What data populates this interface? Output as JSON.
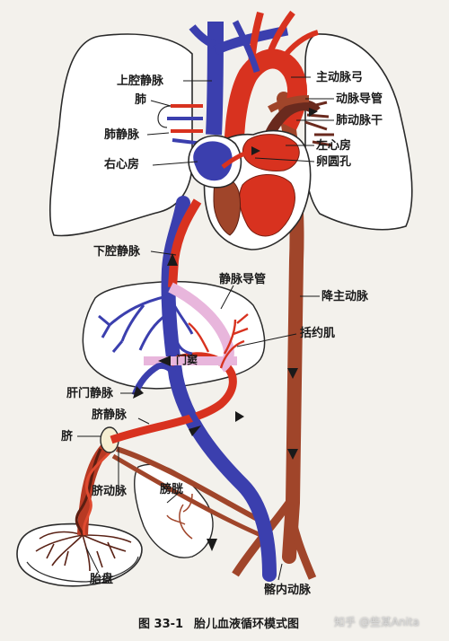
{
  "labels": {
    "svc": "上腔静脉",
    "lung": "肺",
    "pulmonary_vein": "肺静脉",
    "right_atrium": "右心房",
    "aortic_arch": "主动脉弓",
    "ductus_arteriosus": "动脉导管",
    "pulmonary_trunk": "肺动脉干",
    "left_atrium": "左心房",
    "foramen_ovale": "卵圆孔",
    "ivc": "下腔静脉",
    "ductus_venosus": "静脉导管",
    "descending_aorta": "降主动脉",
    "sphincter": "括约肌",
    "portal_sinus": "门窦",
    "hepatic_portal_vein": "肝门静脉",
    "umbilical_vein": "脐静脉",
    "umbilicus": "脐",
    "umbilical_artery": "脐动脉",
    "bladder": "膀胱",
    "placenta": "胎盘",
    "internal_iliac_artery": "髂内动脉"
  },
  "caption": {
    "number": "图 33-1",
    "title": "胎儿血液循环模式图"
  },
  "watermark": "知乎 @些某Anita",
  "colors": {
    "oxygenated": "#d8321f",
    "deoxygenated": "#3b3fae",
    "mixed": "#a0452a",
    "ductus_venosus": "#e8b6dc",
    "outline": "#2a2a2a"
  }
}
